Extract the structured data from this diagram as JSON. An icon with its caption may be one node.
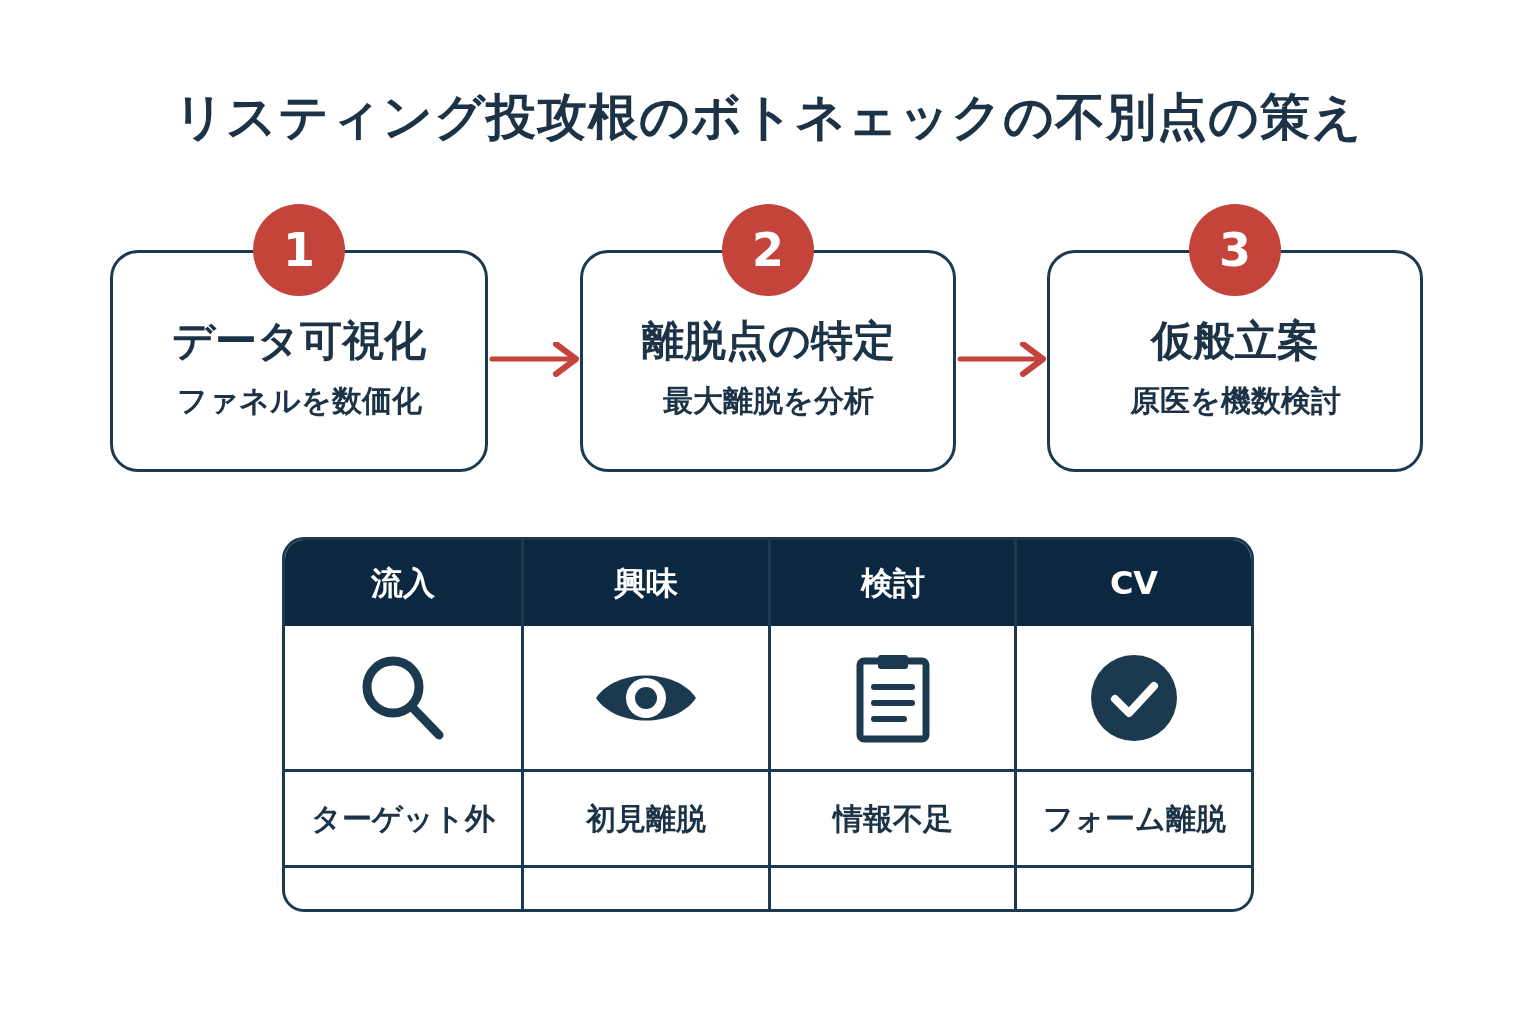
{
  "diagram": {
    "title": "リスティング投攻根のボトネェックの不別点の策え",
    "nodes": [
      {
        "text": [
          "1",
          "データ可視化",
          "ファネルを数価化"
        ]
      },
      {
        "text": [
          "2",
          "離脱点の特定",
          "最大離脱を分析"
        ]
      },
      {
        "text": [
          "3",
          "仮般立案",
          "原医を機数検討"
        ]
      }
    ],
    "edges": [
      {
        "from": 0,
        "to": 1,
        "arrow": "to"
      },
      {
        "from": 1,
        "to": 2,
        "arrow": "to"
      }
    ],
    "labels": [
      "流入",
      "興味",
      "検討",
      "CV",
      "ターゲット外",
      "初見離脱",
      "情報不足",
      "フォーム離脱"
    ]
  }
}
